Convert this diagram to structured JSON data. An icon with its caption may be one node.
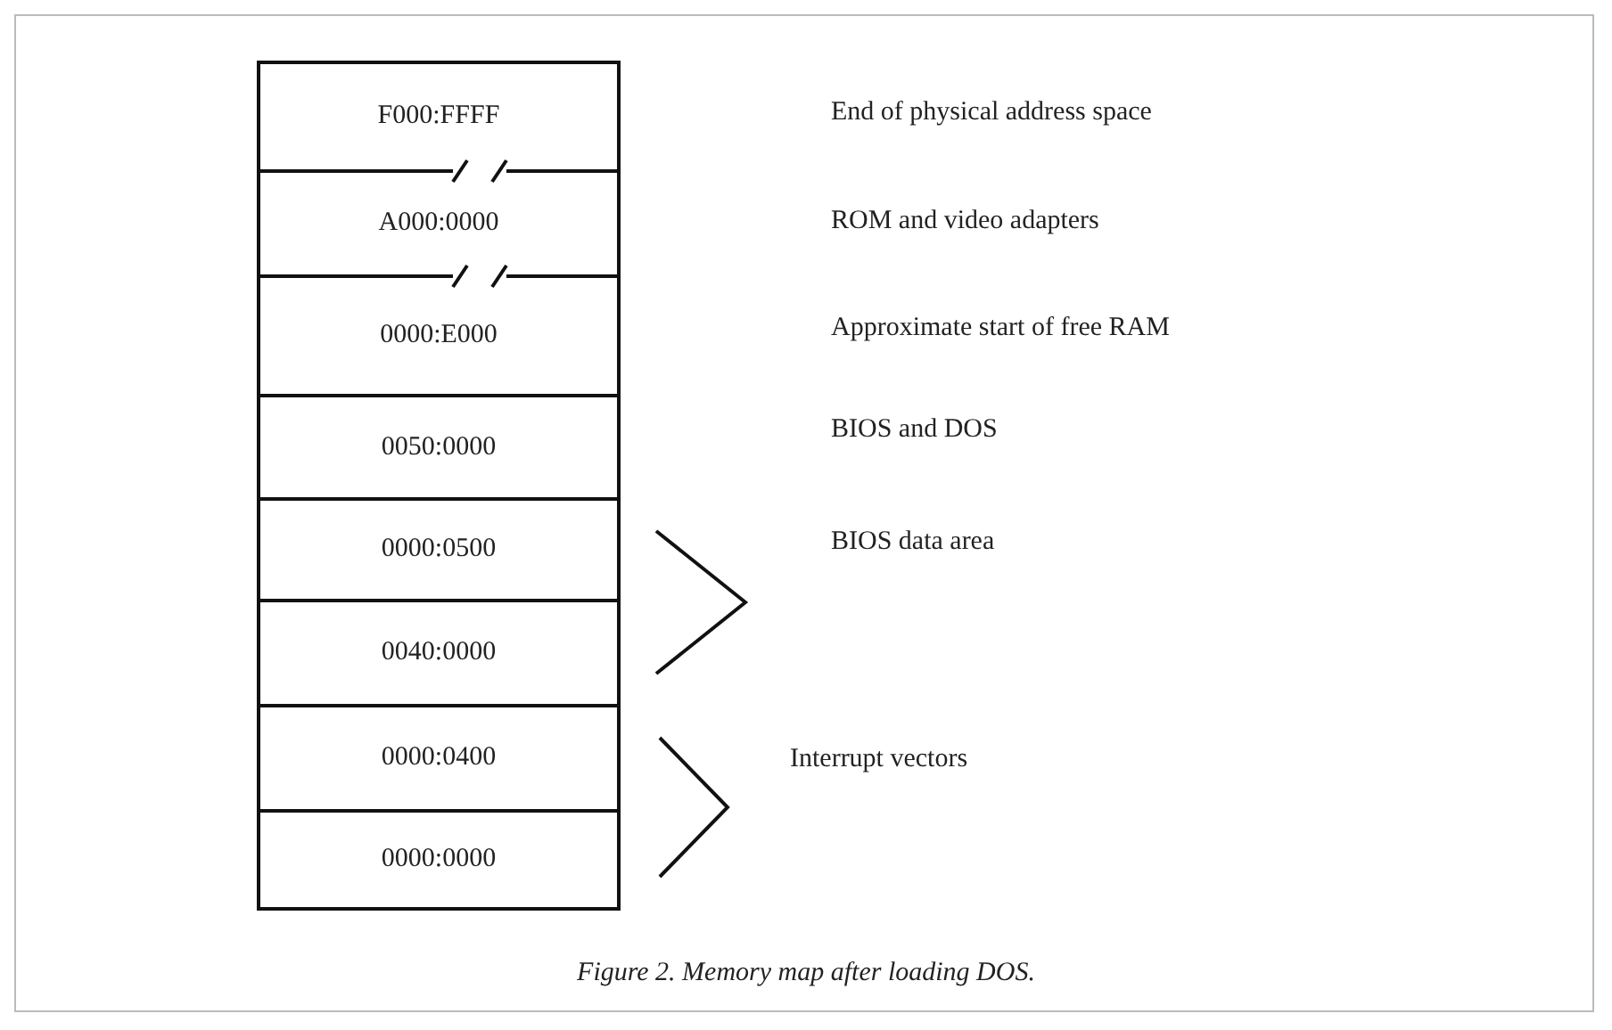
{
  "diagram": {
    "caption": "Figure 2. Memory map after loading DOS.",
    "nodes": [
      {
        "text": [
          "F000:FFFF"
        ]
      },
      {
        "text": [
          "A000:0000"
        ]
      },
      {
        "text": [
          "0000:E000"
        ]
      },
      {
        "text": [
          "0050:0000"
        ]
      },
      {
        "text": [
          "0000:0500"
        ]
      },
      {
        "text": [
          "0040:0000"
        ]
      },
      {
        "text": [
          "0000:0400"
        ]
      },
      {
        "text": [
          "0000:0000"
        ]
      }
    ],
    "labels": [
      "End of physical address space",
      "ROM and video adapters",
      "Approximate start of free RAM",
      "BIOS and DOS",
      "BIOS data area",
      "Interrupt vectors"
    ]
  }
}
